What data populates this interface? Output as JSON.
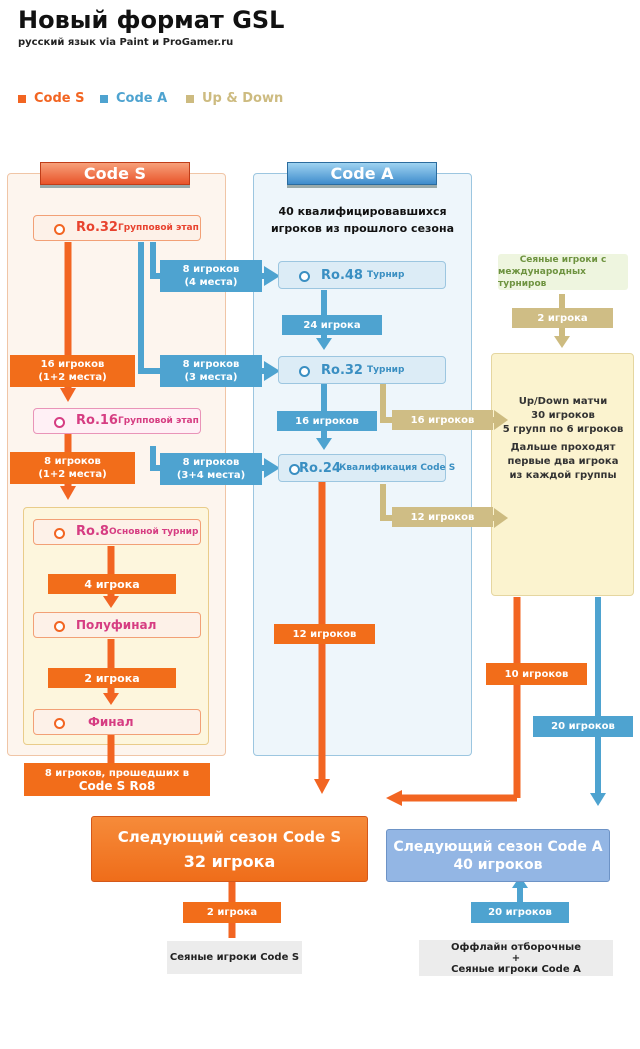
{
  "title": "Новый формат GSL",
  "subtitle": "русский язык via Paint и ProGamer.ru",
  "legend": [
    {
      "label": "Code S",
      "color": "#f26522"
    },
    {
      "label": "Code A",
      "color": "#4ea3d0"
    },
    {
      "label": "Up & Down",
      "color": "#cdbb80"
    }
  ],
  "code_s": {
    "header": "Code S",
    "ro32": {
      "num": "Ro.32",
      "label": "Групповой этап"
    },
    "ro16": {
      "num": "Ro.16",
      "label": "Групповой этап"
    },
    "ro8": {
      "num": "Ro.8",
      "label": "Основной турнир"
    },
    "semi": "Полуфинал",
    "final": "Финал",
    "adv_16": [
      "16 игроков",
      "(1+2 места)"
    ],
    "adv_8": [
      "8 игроков",
      "(1+2 места)"
    ],
    "adv_4": "4 игрока",
    "adv_2": "2 игрока",
    "retained": [
      "8 игроков, прошедших в",
      "Code S Ro8"
    ]
  },
  "code_a": {
    "header": "Code A",
    "qualified": [
      "40 квалифицировавшихся",
      "игроков из прошлого сезона"
    ],
    "ro48": {
      "num": "Ro.48",
      "label": "Турнир"
    },
    "ro32": {
      "num": "Ro.32",
      "label": "Турнир"
    },
    "ro24": {
      "num": "Ro.24",
      "label": "Квалификация Code S"
    },
    "from_s32": [
      "8 игроков",
      "(4 места)"
    ],
    "from_s32b": [
      "8 игроков",
      "(3 места)"
    ],
    "from_s16": [
      "8 игроков",
      "(3+4 места)"
    ],
    "adv_24": "24 игрока",
    "adv_16": "16 игроков",
    "to_updown_16": "16 игроков",
    "to_updown_12": "12 игроков",
    "to_next_s": "12 игроков"
  },
  "updown": {
    "seeded": [
      "Сеяные игроки с",
      "международных турниров"
    ],
    "seeded_count": "2 игрока",
    "lines": [
      "Up/Down матчи",
      "30 игроков",
      "5 групп по 6 игроков",
      "Дальше проходят",
      "первые два игрока",
      "из каждой группы"
    ],
    "to_s": "10 игроков",
    "to_a": "20 игроков"
  },
  "next_s": {
    "title": "Следующий сезон Code S",
    "count": "32 игрока"
  },
  "next_a": {
    "title": "Следующий сезон Code A",
    "count": "40 игроков"
  },
  "seed_s": {
    "count": "2 игрока",
    "label": "Сеяные игроки Code S"
  },
  "seed_a": {
    "count": "20 игроков",
    "label": [
      "Оффлайн отборочные",
      "+",
      "Сеяные игроки Code A"
    ]
  }
}
